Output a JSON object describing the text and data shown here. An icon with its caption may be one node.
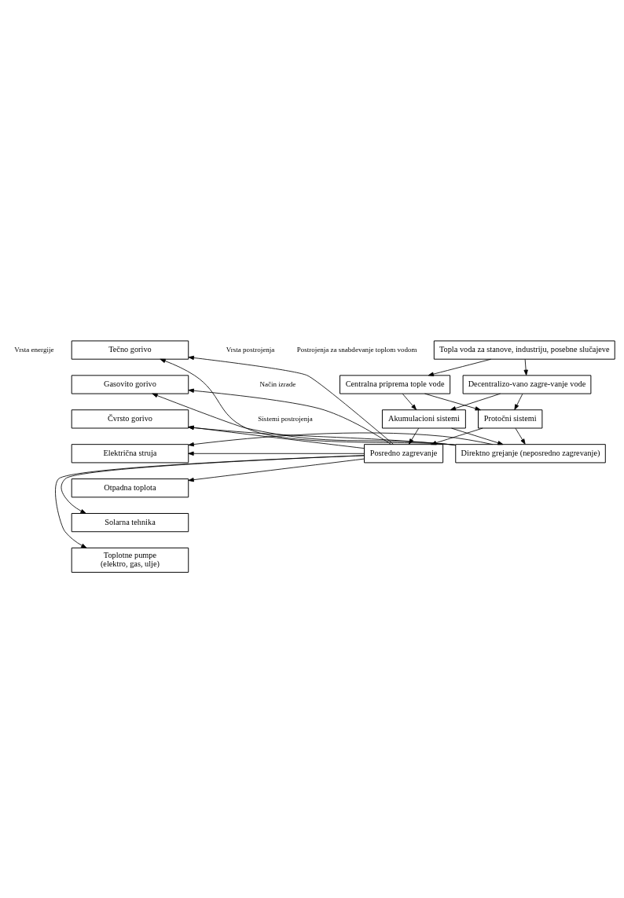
{
  "diagram": {
    "nodes": [
      {
        "text": [
          "Topla voda za stanove, industriju, posebne slučajeve"
        ]
      },
      {
        "text": [
          "Decentralizo-vano zagre-vanje vode"
        ]
      },
      {
        "text": [
          "Centralna priprema tople vode"
        ]
      },
      {
        "text": [
          "Protočni sistemi"
        ]
      },
      {
        "text": [
          "Akumulacioni sistemi"
        ]
      },
      {
        "text": [
          "Direktno grejanje (neposredno zagrevanje)"
        ]
      },
      {
        "text": [
          "Posredno zagrevanje"
        ]
      },
      {
        "text": [
          "Tečno gorivo"
        ]
      },
      {
        "text": [
          "Gasovito gorivo"
        ]
      },
      {
        "text": [
          "Čvrsto gorivo"
        ]
      },
      {
        "text": [
          "Električna struja"
        ]
      },
      {
        "text": [
          "Otpadna toplota"
        ]
      },
      {
        "text": [
          "Solarna tehnika"
        ]
      },
      {
        "text": [
          "Toplotne pumpe",
          "(elektro, gas, ulje)"
        ]
      }
    ],
    "edges": [
      {
        "from": 0,
        "to": 1,
        "arrow": "to"
      },
      {
        "from": 0,
        "to": 2,
        "arrow": "to"
      },
      {
        "from": 1,
        "to": 3,
        "arrow": "to"
      },
      {
        "from": 1,
        "to": 4,
        "arrow": "to"
      },
      {
        "from": 2,
        "to": 3,
        "arrow": "to"
      },
      {
        "from": 2,
        "to": 4,
        "arrow": "to"
      },
      {
        "from": 3,
        "to": 5,
        "arrow": "to"
      },
      {
        "from": 3,
        "to": 6,
        "arrow": "to"
      },
      {
        "from": 4,
        "to": 5,
        "arrow": "to"
      },
      {
        "from": 4,
        "to": 6,
        "arrow": "to"
      },
      {
        "from": 5,
        "to": 7,
        "arrow": "to"
      },
      {
        "from": 5,
        "to": 8,
        "arrow": "to"
      },
      {
        "from": 5,
        "to": 9,
        "arrow": "to"
      },
      {
        "from": 5,
        "to": 10,
        "arrow": "to"
      },
      {
        "from": 6,
        "to": 7,
        "arrow": "to"
      },
      {
        "from": 6,
        "to": 8,
        "arrow": "to"
      },
      {
        "from": 6,
        "to": 9,
        "arrow": "to"
      },
      {
        "from": 6,
        "to": 10,
        "arrow": "to"
      },
      {
        "from": 6,
        "to": 11,
        "arrow": "to"
      },
      {
        "from": 6,
        "to": 12,
        "arrow": "to"
      },
      {
        "from": 6,
        "to": 13,
        "arrow": "to"
      }
    ],
    "labels": [
      "Postrojenja za snabdevanje toplom vodom",
      "Vrsta postrojenja",
      "Način izrade",
      "Sistemi postrojenja",
      "Vrsta energije"
    ]
  }
}
